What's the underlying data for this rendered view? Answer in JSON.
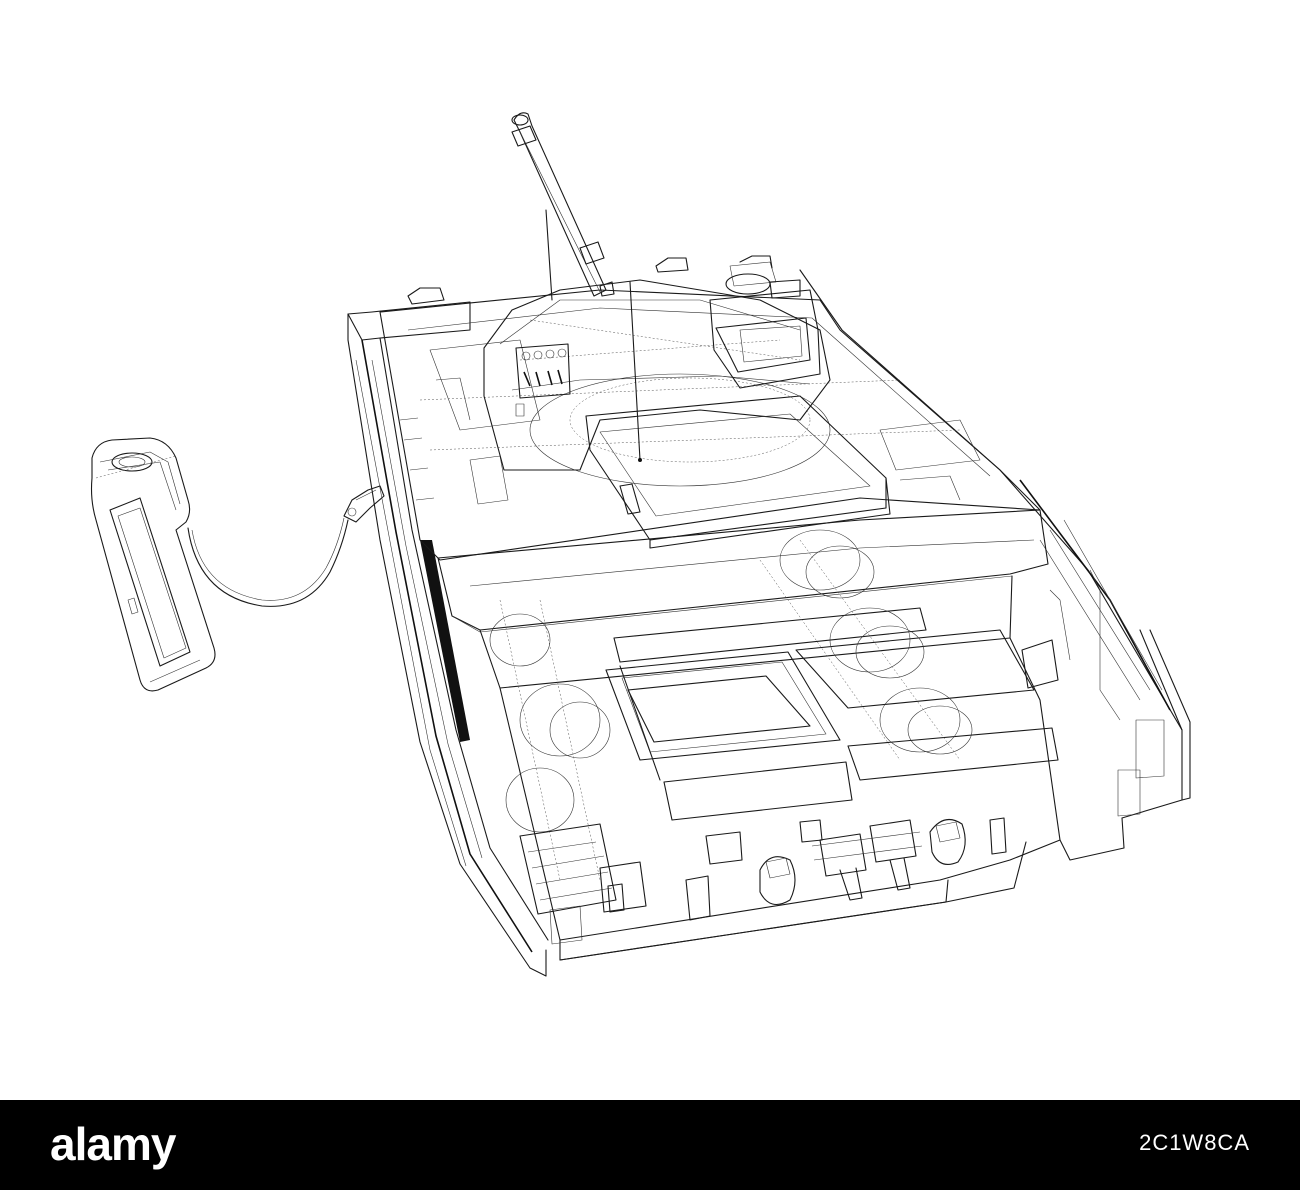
{
  "footer": {
    "brand": "alamy",
    "image_id": "2C1W8CA",
    "background": "#000000",
    "text_color": "#ffffff"
  },
  "illustration": {
    "style": "wireframe line drawing",
    "line_color": "#1a1a1a",
    "background": "#ffffff",
    "icons": [
      "tank-wireframe",
      "fuel-nozzle-icon",
      "fuel-hose"
    ]
  }
}
